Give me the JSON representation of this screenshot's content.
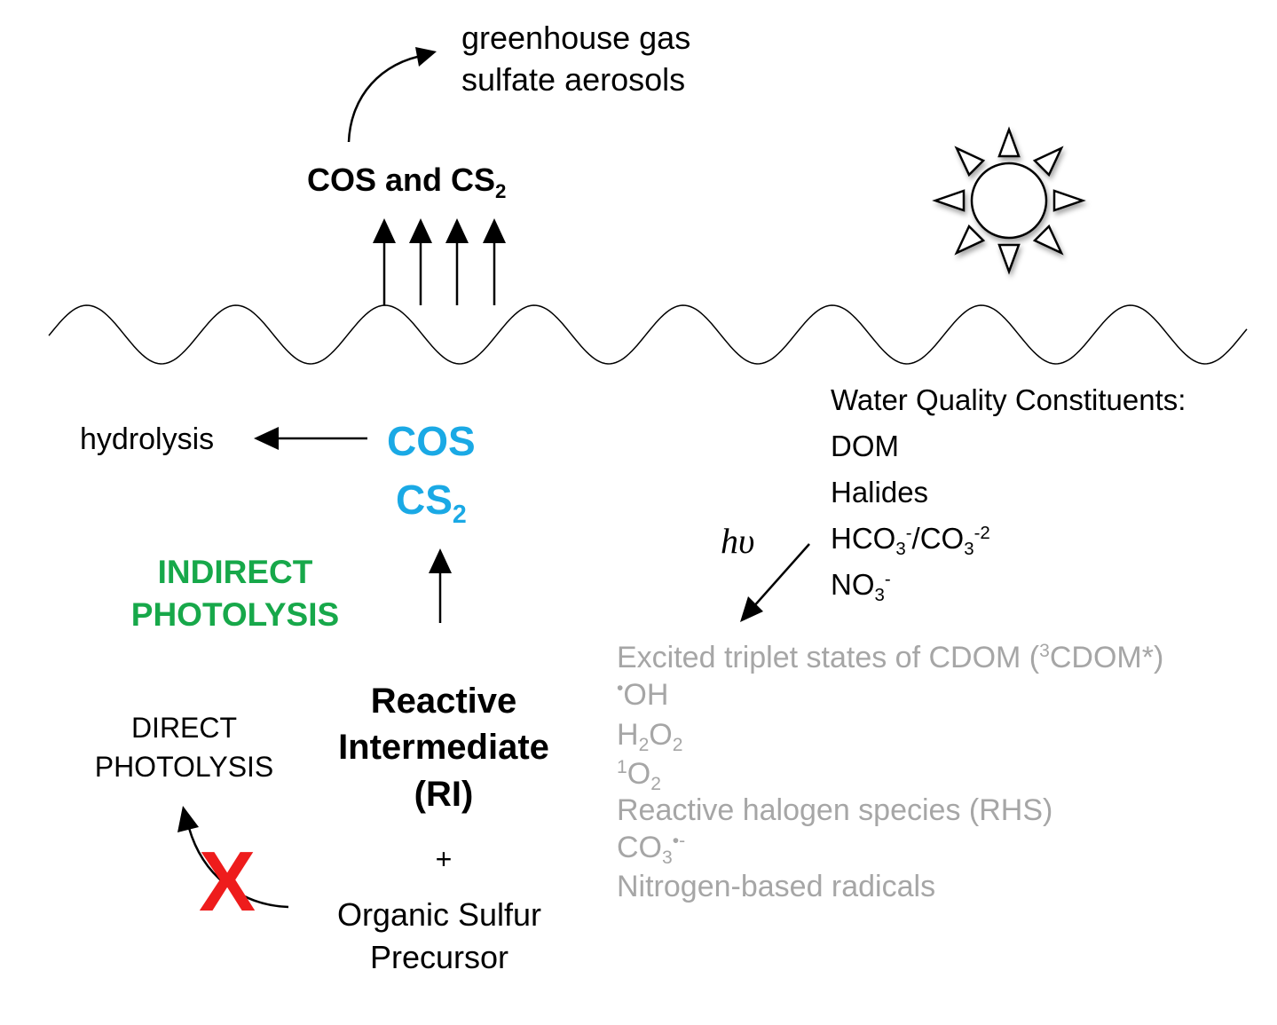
{
  "atmosphere": {
    "fate_line1": "greenhouse gas",
    "fate_line2": "sulfate aerosols",
    "emission_main": "COS and CS",
    "emission_sub": "2"
  },
  "water": {
    "products_cos": "COS",
    "products_cs": "CS",
    "products_cs_sub": "2",
    "hydrolysis": "hydrolysis",
    "indirect_line1": "INDIRECT",
    "indirect_line2": "PHOTOLYSIS",
    "direct_line1": "DIRECT",
    "direct_line2": "PHOTOLYSIS",
    "ri_line1": "Reactive",
    "ri_line2": "Intermediate",
    "ri_line3": "(RI)",
    "plus": "+",
    "precursor_line1": "Organic Sulfur",
    "precursor_line2": "Precursor",
    "blocked_mark": "X"
  },
  "constituents": {
    "heading": "Water Quality Constituents:",
    "dom": "DOM",
    "halides": "Halides",
    "carbonate_a": "HCO",
    "carbonate_a_sub": "3",
    "carbonate_a_sup": "-",
    "carbonate_sep": "/CO",
    "carbonate_b_sub": "3",
    "carbonate_b_sup": "-2",
    "nitrate": "NO",
    "nitrate_sub": "3",
    "nitrate_sup": "-",
    "light_symbol": "hυ"
  },
  "intermediates": {
    "triplet_pre": "Excited triplet states of CDOM (",
    "triplet_sup": "3",
    "triplet_post": "CDOM*)",
    "oh_sup": "•",
    "oh": "OH",
    "h2o2_h": "H",
    "h2o2_sub1": "2",
    "h2o2_o": "O",
    "h2o2_sub2": "2",
    "singlet_sup": "1",
    "singlet_o": "O",
    "singlet_sub": "2",
    "rhs": "Reactive halogen species (RHS)",
    "co3": "CO",
    "co3_sub": "3",
    "co3_sup": "•-",
    "nitrogen": "Nitrogen-based radicals"
  }
}
